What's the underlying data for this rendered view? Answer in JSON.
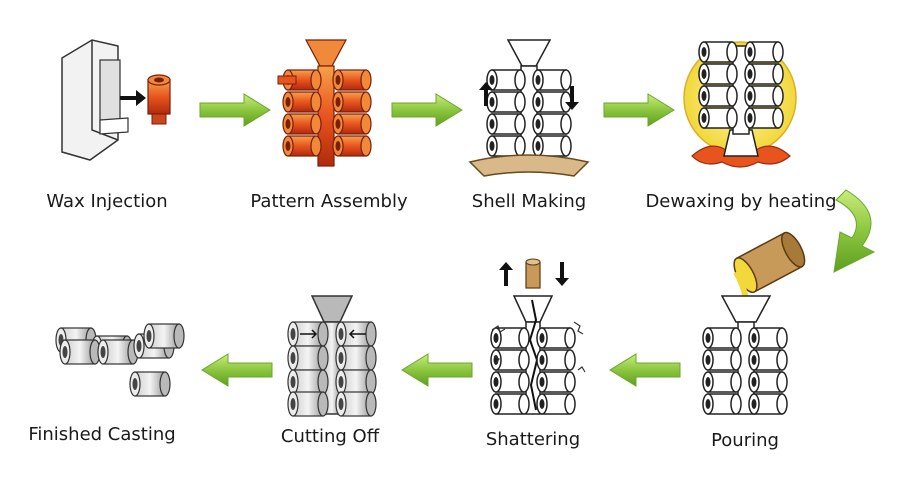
{
  "steps": [
    {
      "label": "Wax Injection"
    },
    {
      "label": "Pattern Assembly"
    },
    {
      "label": "Shell Making"
    },
    {
      "label": "Dewaxing by heating"
    },
    {
      "label": "Pouring"
    },
    {
      "label": "Shattering"
    },
    {
      "label": "Cutting Off"
    },
    {
      "label": "Finished Casting"
    }
  ],
  "colors": {
    "arrow_green": "#8cc63f",
    "arrow_green_dark": "#5f9e1f",
    "wax_orange": "#e8541e",
    "wax_dark": "#b02a0c",
    "flame_yellow": "#f5e36a",
    "metal_gray": "#9a9a9a"
  }
}
